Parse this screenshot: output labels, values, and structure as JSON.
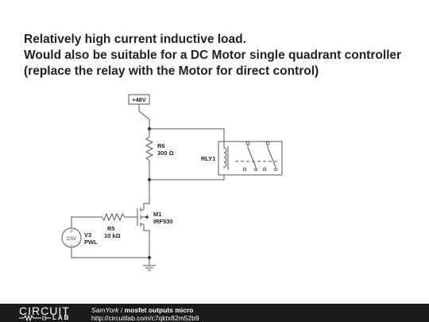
{
  "heading": {
    "line1": "Relatively high current inductive load.",
    "line2": "Would also be suitable for a DC Motor single quadrant controller",
    "line3": "(replace the relay with the Motor for direct control)"
  },
  "schematic": {
    "supply_label": "+48V",
    "r6_name": "R6",
    "r6_value": "300 Ω",
    "relay_name": "RLY1",
    "m1_name": "M1",
    "m1_part": "IRF530",
    "r5_name": "R5",
    "r5_value": "10 kΩ",
    "v3_name": "V3",
    "v3_type": "PWL",
    "source_symbol": "CSV"
  },
  "footer": {
    "logo_top": "CIRCUIT",
    "logo_bottom": "LAB",
    "author": "SamYork",
    "separator": " / ",
    "title": "mosfet outputs micro",
    "url": "http://circuitlab.com/c7qktx82m52b9"
  }
}
